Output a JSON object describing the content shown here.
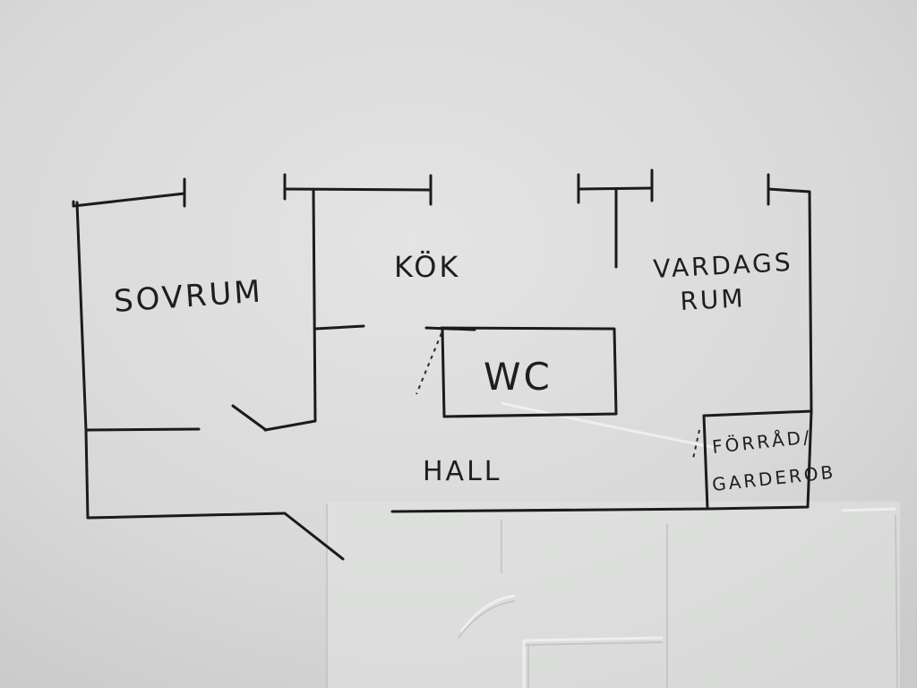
{
  "rooms": {
    "sovrum": "SOVRUM",
    "kok": "KÖK",
    "vardagsrum_line1": "VARDAGS",
    "vardagsrum_line2": "RUM",
    "wc": "WC",
    "hall": "HALL",
    "forrad_line1": "FÖRRÅD/",
    "forrad_line2": "GARDEROB"
  },
  "colors": {
    "paper": "#dcdddc",
    "ink": "#1b1b1b"
  }
}
